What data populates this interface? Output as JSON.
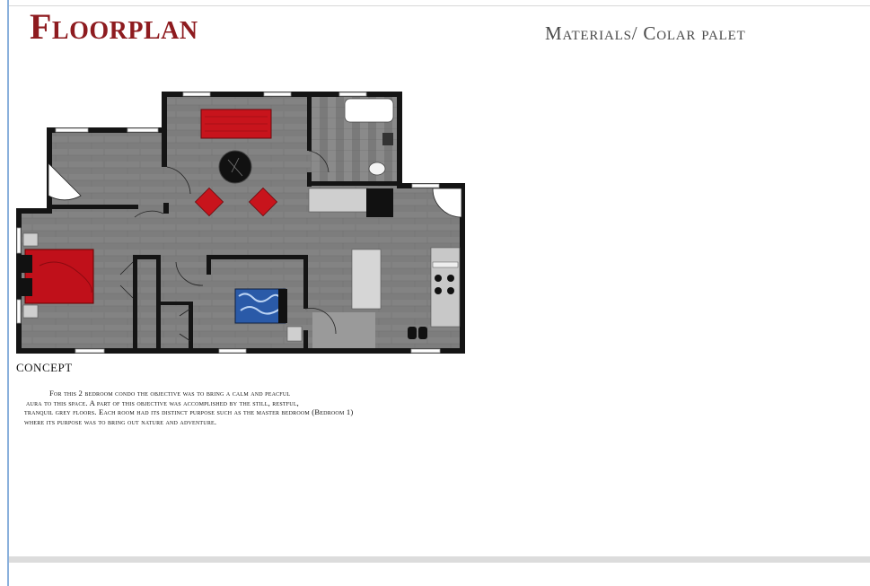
{
  "page": {
    "title": "Floorplan",
    "materials_heading": "Materials/ Colar palet"
  },
  "concept": {
    "heading": "CONCEPT",
    "lines": [
      "For this 2 bedroom condo the objective was to bring a calm and peacful",
      "aura to this space. A part of this objective was accomplished by the still, restful,",
      "tranquil grey floors. Each room had its distinct  purpose such as the master bedroom (Bedroom 1)",
      "where its purpose was to bring out nature and adventure."
    ]
  },
  "colors": {
    "title": "#8e1b1f",
    "wall": "#141414",
    "floor": "#7d7d7d",
    "sofa_red": "#c8141c",
    "blanket_blue": "#2a5aa8"
  },
  "icons": [
    "sofa-icon",
    "round-table-icon",
    "armchair-icon",
    "bed-icon",
    "bathtub-icon",
    "toilet-icon",
    "stove-icon",
    "sink-icon",
    "door-swing-icon",
    "nightstand-icon"
  ]
}
